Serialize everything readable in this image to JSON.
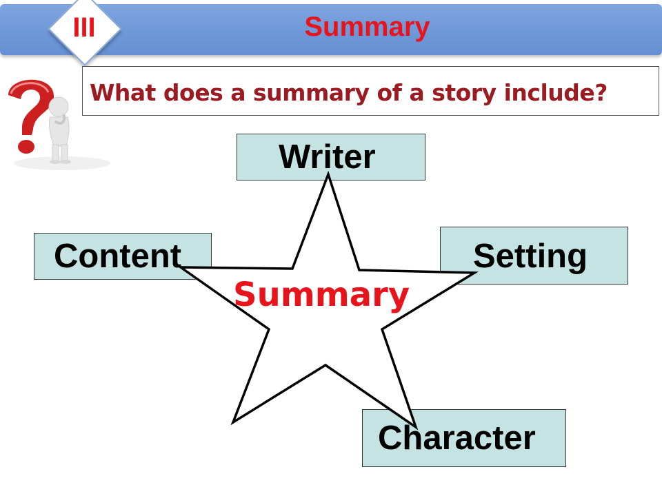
{
  "header": {
    "section_numeral": "III",
    "title": "Summary"
  },
  "question": {
    "text": "What does a summary of a story  include?"
  },
  "diagram": {
    "center_label": "Summary",
    "points": [
      {
        "id": "writer",
        "label": "Writer"
      },
      {
        "id": "content",
        "label": "Content"
      },
      {
        "id": "setting",
        "label": "Setting"
      },
      {
        "id": "character",
        "label": "Character"
      }
    ]
  },
  "colors": {
    "header_bar": "#6f98d8",
    "accent_red": "#e8141c",
    "question_text": "#9b1b23",
    "concept_box_fill": "#c5e3e3"
  },
  "icons": {
    "figure": "question-mark-person-icon"
  }
}
